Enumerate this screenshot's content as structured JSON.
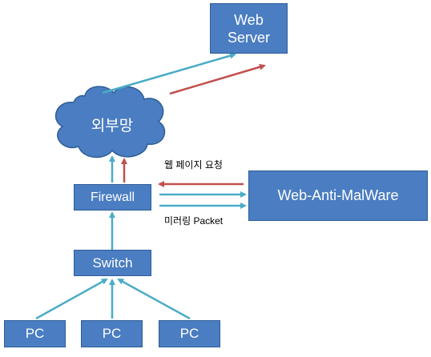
{
  "nodes": {
    "web_server": "Web\nServer",
    "external_network": "외부망",
    "firewall": "Firewall",
    "anti_malware": "Web-Anti-MalWare",
    "switch": "Switch",
    "pc1": "PC",
    "pc2": "PC",
    "pc3": "PC"
  },
  "labels": {
    "web_request": "웹 페이지 요청",
    "mirroring": "미러링 Packet"
  },
  "colors": {
    "box_fill": "#4a7dc1",
    "box_border": "#2f5d98",
    "cyan_arrow": "#4bacc6",
    "red_arrow": "#c0504d"
  }
}
